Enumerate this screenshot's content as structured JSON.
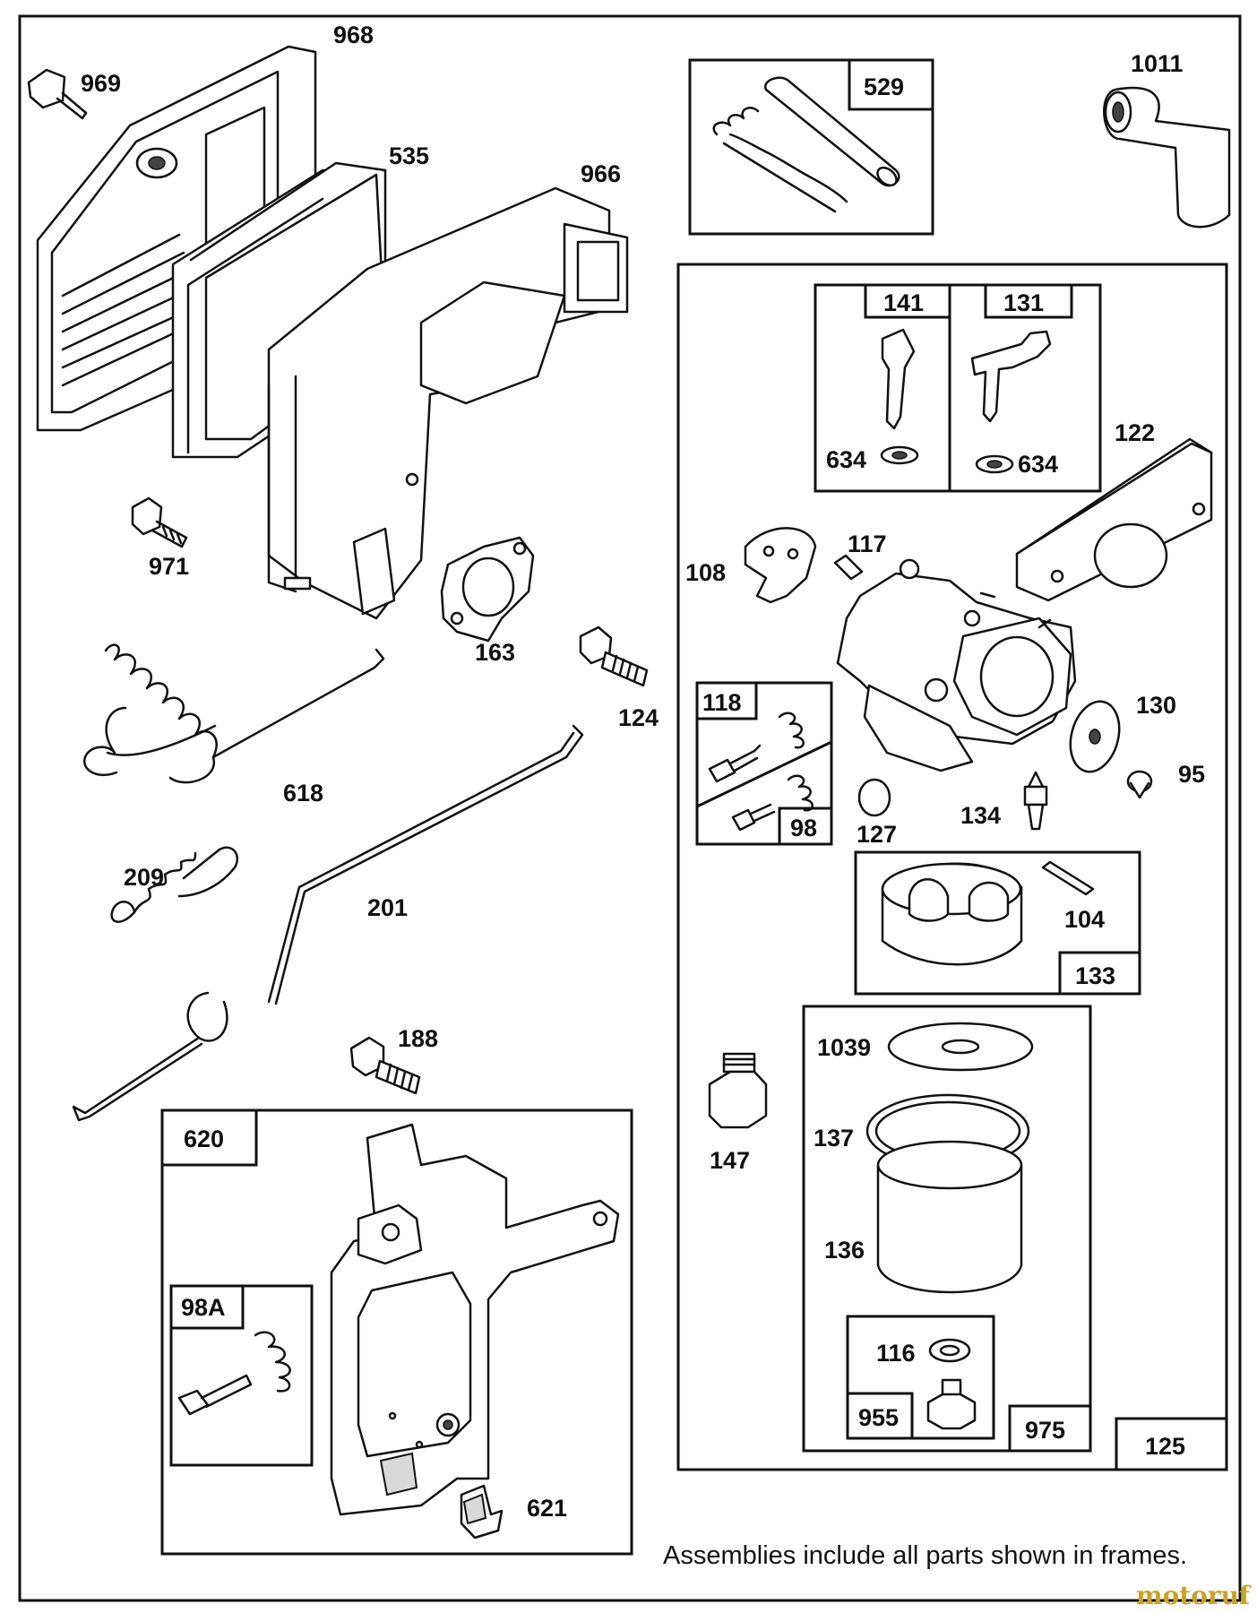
{
  "parts": {
    "p968": "968",
    "p969": "969",
    "p535": "535",
    "p966": "966",
    "p971": "971",
    "p163": "163",
    "p124": "124",
    "p618": "618",
    "p209": "209",
    "p201": "201",
    "p188": "188",
    "p621": "621",
    "p529": "529",
    "p1011": "1011",
    "p141": "141",
    "p131": "131",
    "p634a": "634",
    "p634b": "634",
    "p122": "122",
    "p117": "117",
    "p108": "108",
    "p118": "118",
    "p98": "98",
    "p130": "130",
    "p95": "95",
    "p127": "127",
    "p134": "134",
    "p104": "104",
    "p133": "133",
    "p1039": "1039",
    "p147": "147",
    "p137": "137",
    "p136": "136",
    "p116": "116",
    "p955": "955",
    "p975": "975",
    "p125": "125",
    "p620": "620",
    "p98a": "98A"
  },
  "footer": {
    "note": "Assemblies include all parts shown in frames.",
    "watermark": "motoruf"
  },
  "colors": {
    "ink": "#111111",
    "watermark": "#c9a227",
    "background": "#ffffff"
  }
}
